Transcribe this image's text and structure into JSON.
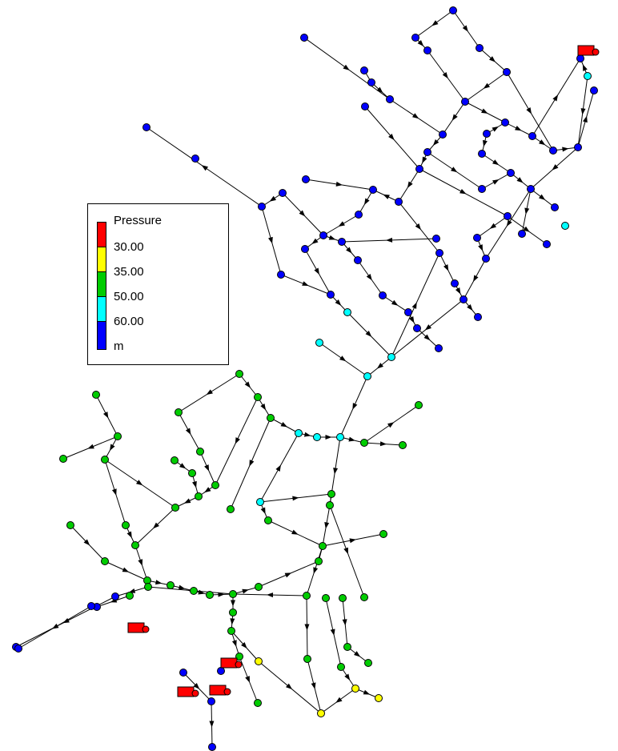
{
  "legend": {
    "title": "Pressure",
    "unit": "m",
    "thresholds": [
      "30.00",
      "35.00",
      "50.00",
      "60.00"
    ],
    "colors": [
      "#ff0000",
      "#ffff00",
      "#00cc00",
      "#00ffff",
      "#0000ff"
    ]
  },
  "colors": {
    "link": "#000000",
    "junction_blue": "#0000ff",
    "junction_cyan": "#00ffff",
    "junction_green": "#00cc00",
    "junction_yellow": "#ffff00",
    "tank_red": "#ff0000"
  }
}
